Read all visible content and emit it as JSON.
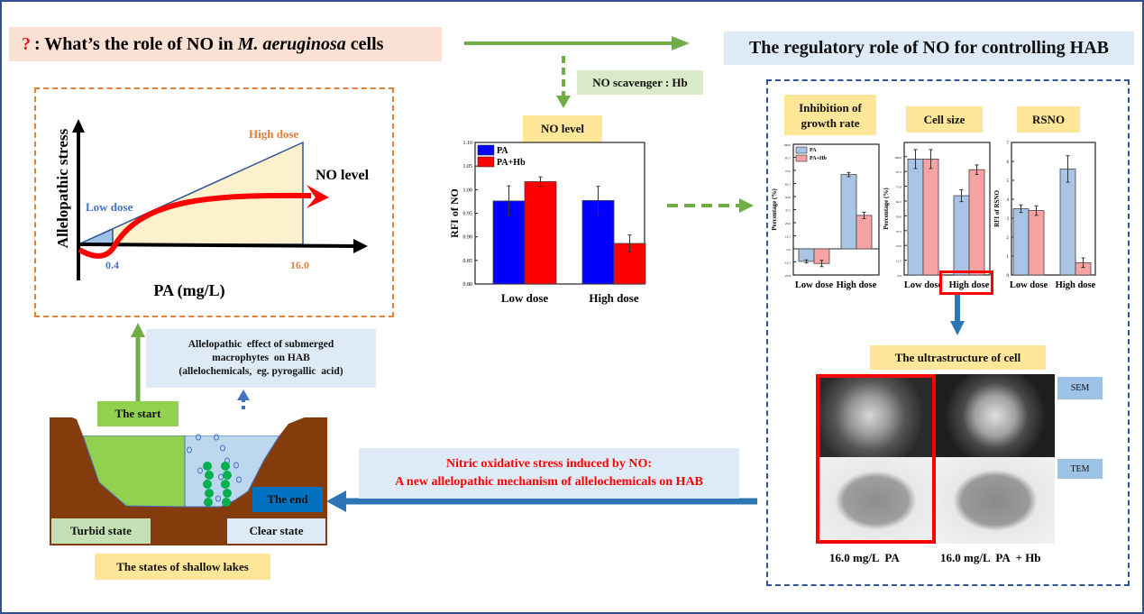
{
  "question": {
    "mark": "?",
    "text_before": ": What’s the role of NO in ",
    "species": "M. aeruginosa",
    "text_after": " cells"
  },
  "regulatory_title": "The regulatory role of NO for controlling HAB",
  "scavenger_label": "NO scavenger : Hb",
  "dose_diagram": {
    "ylabel": "Allelopathic stress",
    "xlabel": "PA (mg/L)",
    "low_dose": "Low dose",
    "high_dose": "High dose",
    "no_level": "NO level",
    "tick_low": "0.4",
    "tick_high": "16.0"
  },
  "allelopathic_effect": {
    "line1": "Allelopathic  effect of submerged",
    "line2": "macrophytes  on HAB",
    "line3": "(allelochemicals,  eg. pyrogallic  acid)"
  },
  "lake": {
    "start": "The start",
    "end": "The end",
    "turbid": "Turbid state",
    "clear": "Clear state",
    "caption": "The states of shallow lakes"
  },
  "mechanism": {
    "line1": "Nitric oxidative stress induced by NO:",
    "line2": "A new allelopathic mechanism of allelochemicals on HAB"
  },
  "colors": {
    "pa_main": "#0000ff",
    "pahb_main": "#ff0000",
    "pa_small": "#a9c4e4",
    "pahb_small": "#f6a3a3",
    "yellow_box": "#ffe699",
    "light_blue_box": "#deebf7"
  },
  "chart_data": [
    {
      "type": "bar",
      "title": "NO level",
      "ylabel": "RFI  of  NO",
      "categories": [
        "Low dose",
        "High dose"
      ],
      "ylim": [
        0.8,
        1.1
      ],
      "yticks": [
        "0.80",
        "0.85",
        "0.90",
        "0.95",
        "1.00",
        "1.05",
        "1.10"
      ],
      "legend": "top-left",
      "series": [
        {
          "name": "PA",
          "values": [
            0.976,
            0.977
          ],
          "errors": [
            0.032,
            0.03
          ]
        },
        {
          "name": "PA+Hb",
          "values": [
            1.017,
            0.886
          ],
          "errors": [
            0.01,
            0.018
          ]
        }
      ]
    },
    {
      "type": "bar",
      "title": "Inhibition of growth rate",
      "ylabel": "Percentage (%)",
      "categories": [
        "Low dose",
        "High dose"
      ],
      "ylim": [
        -25,
        100
      ],
      "yticks": [
        "-25.0",
        "-12.5",
        "0.0",
        "12.5",
        "25.0",
        "37.5",
        "50.0",
        "62.5",
        "75.0",
        "87.5",
        "100.0"
      ],
      "legend": "top-left",
      "series": [
        {
          "name": "PA",
          "values": [
            -12,
            71
          ],
          "errors": [
            1.5,
            2
          ]
        },
        {
          "name": "PA+Hb",
          "values": [
            -14,
            32
          ],
          "errors": [
            3,
            3
          ]
        }
      ]
    },
    {
      "type": "bar",
      "title": "Cell size",
      "ylabel": "Percentage (%)",
      "categories": [
        "Low dose",
        "High dose"
      ],
      "ylim": [
        0,
        112
      ],
      "yticks": [
        "0.0",
        "12.5",
        "25.0",
        "37.5",
        "50.0",
        "62.5",
        "75.0",
        "87.5",
        "100.0"
      ],
      "series": [
        {
          "values": [
            98,
            67
          ],
          "errors": [
            8,
            5
          ]
        },
        {
          "values": [
            98,
            89
          ],
          "errors": [
            8,
            4
          ]
        }
      ]
    },
    {
      "type": "bar",
      "title": "RSNO",
      "ylabel": "RFI of RSNO",
      "categories": [
        "Low dose",
        "High dose"
      ],
      "ylim": [
        0,
        7
      ],
      "yticks": [
        "0",
        "1",
        "2",
        "3",
        "4",
        "5",
        "6",
        "7"
      ],
      "series": [
        {
          "values": [
            3.5,
            5.6
          ],
          "errors": [
            0.2,
            0.7
          ]
        },
        {
          "values": [
            3.4,
            0.65
          ],
          "errors": [
            0.25,
            0.25
          ]
        }
      ]
    }
  ],
  "ultrastructure": {
    "title": "The ultrastructure of cell",
    "sem": "SEM",
    "tem": "TEM",
    "caption_pa": "16.0 mg/L  PA",
    "caption_pahb": "16.0 mg/L  PA  + Hb"
  }
}
